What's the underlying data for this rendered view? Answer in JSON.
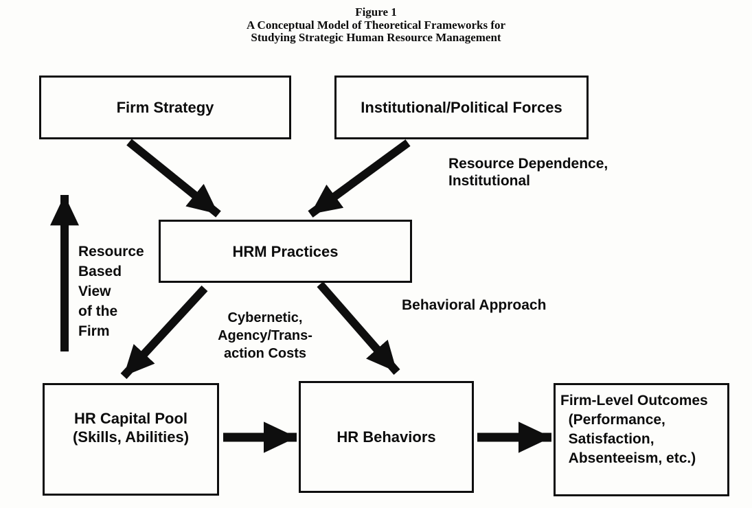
{
  "title": {
    "figure_label": "Figure 1",
    "line1": "A Conceptual Model of Theoretical Frameworks for",
    "line2": "Studying Strategic Human Resource Management"
  },
  "boxes": {
    "firm_strategy": "Firm Strategy",
    "institutional_political_forces": "Institutional/Political Forces",
    "hrm_practices": "HRM Practices",
    "hr_capital_pool": "HR Capital Pool\n(Skills, Abilities)",
    "hr_behaviors": "HR Behaviors",
    "firm_level_outcomes": "Firm-Level Outcomes\n  (Performance,\n  Satisfaction,\n  Absenteeism, etc.)"
  },
  "edge_labels": {
    "resource_dependence": "Resource Dependence,\nInstitutional",
    "resource_based_view": "Resource\nBased\nView\nof the\nFirm",
    "cybernetic_agency": "Cybernetic,\nAgency/Trans-\naction Costs",
    "behavioral_approach": "Behavioral Approach"
  },
  "connections": [
    {
      "from": "Firm Strategy",
      "to": "HRM Practices"
    },
    {
      "from": "Institutional/Political Forces",
      "to": "HRM Practices"
    },
    {
      "from": "HRM Practices",
      "to": "HR Capital Pool (Skills, Abilities)"
    },
    {
      "from": "HRM Practices",
      "to": "HR Behaviors"
    },
    {
      "from": "HR Capital Pool (Skills, Abilities)",
      "to": "HR Behaviors"
    },
    {
      "from": "HR Behaviors",
      "to": "Firm-Level Outcomes"
    },
    {
      "from": "HR Capital Pool (Skills, Abilities)",
      "to": "Firm Strategy"
    }
  ],
  "colors": {
    "ink": "#0e0e0e",
    "paper": "#fdfdfb"
  }
}
